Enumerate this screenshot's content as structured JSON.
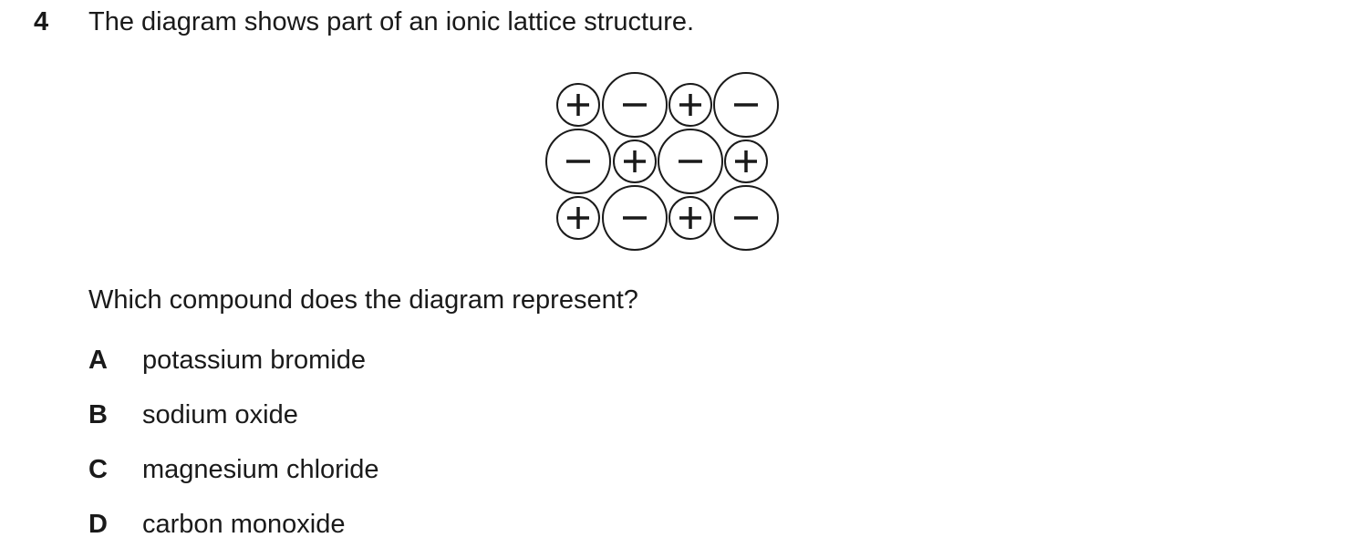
{
  "question": {
    "number": "4",
    "stem": "The diagram shows part of an ionic lattice structure.",
    "prompt": "Which compound does the diagram represent?"
  },
  "lattice": {
    "rows": [
      [
        "+",
        "−",
        "+",
        "−"
      ],
      [
        "−",
        "+",
        "−",
        "+"
      ],
      [
        "+",
        "−",
        "+",
        "−"
      ]
    ]
  },
  "options": [
    {
      "letter": "A",
      "text": "potassium bromide"
    },
    {
      "letter": "B",
      "text": "sodium oxide"
    },
    {
      "letter": "C",
      "text": "magnesium chloride"
    },
    {
      "letter": "D",
      "text": "carbon monoxide"
    }
  ]
}
